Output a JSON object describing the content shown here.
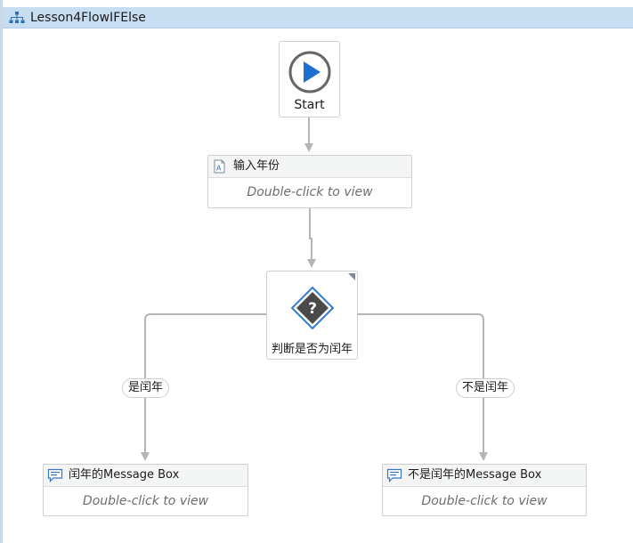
{
  "window": {
    "title": "Lesson4FlowIFElse",
    "title_icon": "flowchart-icon"
  },
  "flowchart": {
    "start": {
      "label": "Start",
      "icon": "play-circle-icon"
    },
    "input_activity": {
      "name": "输入年份",
      "placeholder": "Double-click to view",
      "icon": "input-dialog-icon"
    },
    "decision": {
      "label": "判断是否为闰年",
      "icon": "question-diamond-icon"
    },
    "branches": {
      "true_label": "是闰年",
      "false_label": "不是闰年"
    },
    "leap_message": {
      "name": "闰年的Message Box",
      "placeholder": "Double-click to view",
      "icon": "message-box-icon"
    },
    "not_leap_message": {
      "name": "不是闰年的Message Box",
      "placeholder": "Double-click to view",
      "icon": "message-box-icon"
    }
  },
  "colors": {
    "titlebar_bg": "#c7ddf1",
    "connector": "#b5b5b5",
    "play_blue": "#1e6fd1",
    "decision_blue": "#2f7dd1",
    "decision_dark": "#4a4a4a"
  }
}
